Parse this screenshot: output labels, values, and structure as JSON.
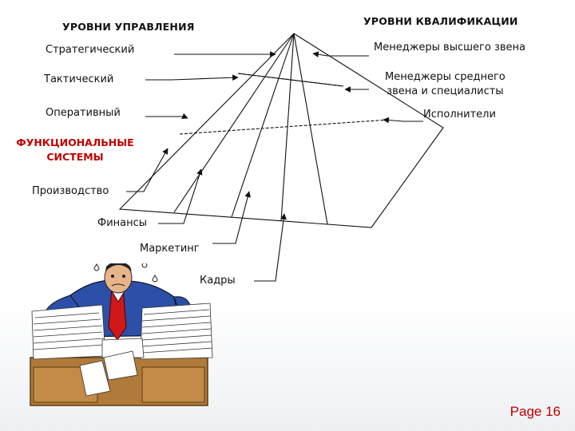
{
  "left_header": "УРОВНИ УПРАВЛЕНИЯ",
  "right_header": "УРОВНИ КВАЛИФИКАЦИИ",
  "management_levels": [
    "Стратегический",
    "Тактический",
    "Оперативный"
  ],
  "qualification_levels": {
    "top": "Менеджеры высшего звена",
    "middle_line1": "Менеджеры среднего",
    "middle_line2": "звена и специалисты",
    "bottom": "Исполнители"
  },
  "functional_systems": {
    "title_line1": "ФУНКЦИОНАЛЬНЫЕ",
    "title_line2": "СИСТЕМЫ",
    "items": [
      "Производство",
      "Финансы",
      "Маркетинг",
      "Кадры"
    ]
  },
  "page_label": "Page 16",
  "colors": {
    "accent_red": "#c00000",
    "page_label": "#c00000",
    "lines": "#111111"
  },
  "illustration": "stressed-businessman-at-paper-stacked-desk"
}
